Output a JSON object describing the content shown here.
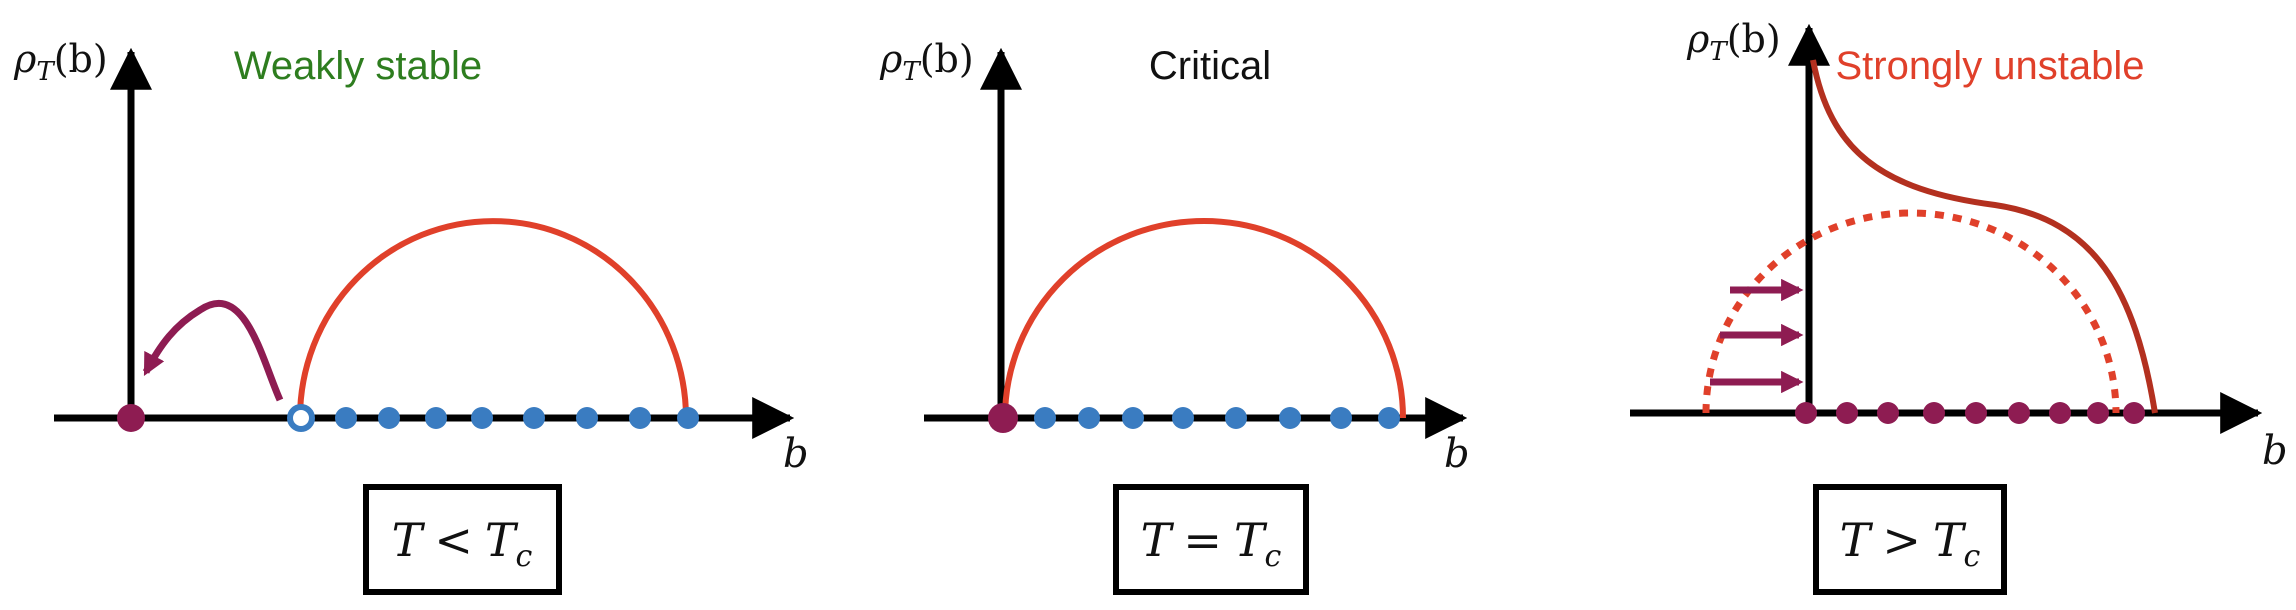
{
  "panels": [
    {
      "id": "weakly-stable",
      "title": "Weakly stable",
      "title_color": "#2e7d1f",
      "ylabel_main": "ρ",
      "ylabel_sub": "T",
      "ylabel_arg": "(b)",
      "xlabel": "b",
      "condition": {
        "lhs": "T",
        "op": "<",
        "rhs_main": "T",
        "rhs_sub": "c"
      }
    },
    {
      "id": "critical",
      "title": "Critical",
      "title_color": "#111111",
      "ylabel_main": "ρ",
      "ylabel_sub": "T",
      "ylabel_arg": "(b)",
      "xlabel": "b",
      "condition": {
        "lhs": "T",
        "op": "=",
        "rhs_main": "T",
        "rhs_sub": "c"
      }
    },
    {
      "id": "strongly-unstable",
      "title": "Strongly unstable",
      "title_color": "#e0402a",
      "ylabel_main": "ρ",
      "ylabel_sub": "T",
      "ylabel_arg": "(b)",
      "xlabel": "b",
      "condition": {
        "lhs": "T",
        "op": ">",
        "rhs_main": "T",
        "rhs_sub": "c"
      }
    }
  ],
  "colors": {
    "semicircle": "#e0402a",
    "dark_curve": "#b3301f",
    "blue_point": "#3a7cc1",
    "purple_point": "#8e1c52",
    "axis": "#000000"
  }
}
